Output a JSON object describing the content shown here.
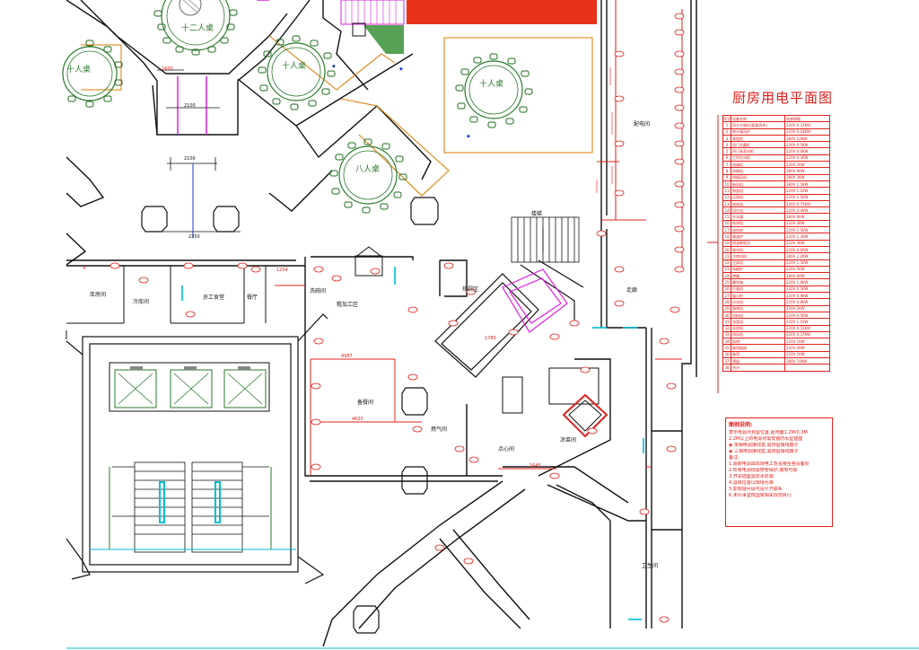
{
  "drawing": {
    "title": "厨房用电平面图",
    "line_colors": {
      "wall": "#111111",
      "table": "#2a7a2a",
      "electrical": "#e0201c",
      "fixture": "#1e7a1e",
      "guide": "#e07800",
      "cyan": "#00bcd4",
      "magenta": "#e020e0",
      "blue": "#1a3ad0"
    }
  },
  "dining_tables": [
    {
      "label": "十二人桌"
    },
    {
      "label": "十人桌"
    },
    {
      "label": "十人桌"
    },
    {
      "label": "十人桌"
    },
    {
      "label": "八人桌"
    }
  ],
  "room_labels": {
    "warehouse": "库房间",
    "dry_storage": "冷库间",
    "staff_room": "员工食堂",
    "dining_room": "餐厅",
    "washing": "洗碗间",
    "prep_area": "粗加工区",
    "stairs": "楼梯",
    "cooking": "热厨区",
    "dish_area": "备餐间",
    "gas_room": "燃气间",
    "dessert": "点心间",
    "cold_dish": "凉菜间",
    "distribution": "配电间",
    "corridor": "走廊",
    "toilet": "卫生间"
  },
  "dimensions": [
    "4987",
    "4620",
    "1645",
    "1254",
    "1600",
    "1780",
    "2100",
    "2350"
  ],
  "equipment_table": {
    "rows": [
      {
        "no": "序号",
        "name": "设备名称",
        "spec": "电源规格"
      },
      {
        "no": "1",
        "name": "双头大锅灶(配鼓风机)",
        "spec": "220V 0.37KW"
      },
      {
        "no": "2",
        "name": "单头矮汤炉",
        "spec": "220V 0.18KW"
      },
      {
        "no": "3",
        "name": "蒸饭柜",
        "spec": "380V 12KW"
      },
      {
        "no": "4",
        "name": "双门冷藏柜",
        "spec": "220V 0.5KW"
      },
      {
        "no": "5",
        "name": "四门高身冰柜",
        "spec": "220V 0.6KW"
      },
      {
        "no": "6",
        "name": "工作台冰柜",
        "spec": "220V 0.3KW"
      },
      {
        "no": "7",
        "name": "消毒柜",
        "spec": "220V 2KW"
      },
      {
        "no": "8",
        "name": "洗碗机",
        "spec": "380V 9KW"
      },
      {
        "no": "9",
        "name": "排烟风机",
        "spec": "380V 3KW"
      },
      {
        "no": "10",
        "name": "新风机",
        "spec": "380V 1.5KW"
      },
      {
        "no": "11",
        "name": "和面机",
        "spec": "220V 1.1KW"
      },
      {
        "no": "12",
        "name": "压面机",
        "spec": "220V 1.5KW"
      },
      {
        "no": "13",
        "name": "绞肉机",
        "spec": "220V 0.75KW"
      },
      {
        "no": "14",
        "name": "切片机",
        "spec": "220V 0.4KW"
      },
      {
        "no": "15",
        "name": "开水器",
        "spec": "380V 6KW"
      },
      {
        "no": "16",
        "name": "电饼铛",
        "spec": "220V 3KW"
      },
      {
        "no": "17",
        "name": "电炸炉",
        "spec": "220V 2.5KW"
      },
      {
        "no": "18",
        "name": "微波炉",
        "spec": "220V 1.2KW"
      },
      {
        "no": "19",
        "name": "保温售饭台",
        "spec": "220V 3KW"
      },
      {
        "no": "20",
        "name": "制冰机",
        "spec": "220V 0.6KW"
      },
      {
        "no": "21",
        "name": "冷库机组",
        "spec": "380V 2.2KW"
      },
      {
        "no": "22",
        "name": "豆浆机",
        "spec": "220V 1.5KW"
      },
      {
        "no": "23",
        "name": "电磁炉",
        "spec": "220V 5KW"
      },
      {
        "no": "24",
        "name": "烤箱",
        "spec": "380V 6KW"
      },
      {
        "no": "25",
        "name": "醒发箱",
        "spec": "220V 1.8KW"
      },
      {
        "no": "26",
        "name": "打蛋机",
        "spec": "220V 0.5KW"
      },
      {
        "no": "27",
        "name": "展示柜",
        "spec": "220V 0.4KW"
      },
      {
        "no": "28",
        "name": "炒冰机",
        "spec": "220V 0.8KW"
      },
      {
        "no": "29",
        "name": "咖啡机",
        "spec": "220V 2KW"
      },
      {
        "no": "30",
        "name": "饮料机",
        "spec": "220V 0.5KW"
      },
      {
        "no": "31",
        "name": "洗菜机",
        "spec": "220V 1.1KW"
      },
      {
        "no": "32",
        "name": "去皮机",
        "spec": "220V 0.55KW"
      },
      {
        "no": "33",
        "name": "排风机",
        "spec": "220V 0.37KW"
      },
      {
        "no": "34",
        "name": "照明",
        "spec": "220V 1KW"
      },
      {
        "no": "35",
        "name": "备用插座",
        "spec": "220V 2KW"
      },
      {
        "no": "36",
        "name": "备用",
        "spec": "220V 1KW"
      },
      {
        "no": "37",
        "name": "预留",
        "spec": "380V 10KW"
      },
      {
        "no": "38",
        "name": "合计",
        "spec": ""
      }
    ]
  },
  "legend": {
    "title": "图例说明:",
    "lines": [
      "表示电源点预留位置,距地面1.2M/0.3M",
      "2.2M以上的电源点需安装防水型插座",
      "◉ 单相电源接线盒,需预留接线端子",
      "◉ 三相电源接线盒,需预留接线端子",
      "备注:",
      "1.厨房电源由现场电工负责接至各设备处",
      "2.所有电源线需穿管保护,接地可靠",
      "3.开关插座需防水防溅",
      "4.具体位置以现场为准",
      "5.如有疑问请与设计方联系",
      "6.未尽事宜按国家相关规范执行"
    ]
  }
}
